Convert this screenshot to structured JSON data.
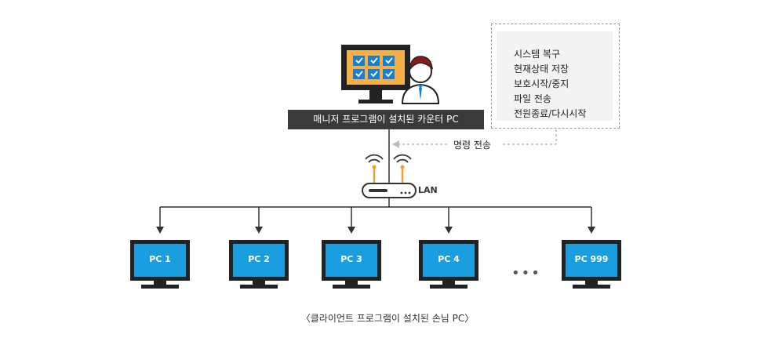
{
  "counter_pc": {
    "label": "매니저 프로그램이  설치된 카운터 PC"
  },
  "commands": {
    "items": [
      "시스템 복구",
      "현재상태 저장",
      "보호시작/중지",
      "파일 전송",
      "전원종료/다시시작"
    ]
  },
  "command_send_label": "명령 전송",
  "network": {
    "label": "LAN"
  },
  "client_pcs": [
    "PC 1",
    "PC 2",
    "PC 3",
    "PC 4",
    "PC 999"
  ],
  "ellipsis": "•••",
  "caption": "〈클라이언트 프로그램이 설치된 손님 PC〉",
  "colors": {
    "monitor_frame": "#222222",
    "monitor_screen": "#1a9ee0",
    "manager_screen": "#f3b04a",
    "check_tile": "#1a7fd1",
    "wifi_accent": "#f0a030",
    "counter_bar": "#3a3a3a"
  }
}
